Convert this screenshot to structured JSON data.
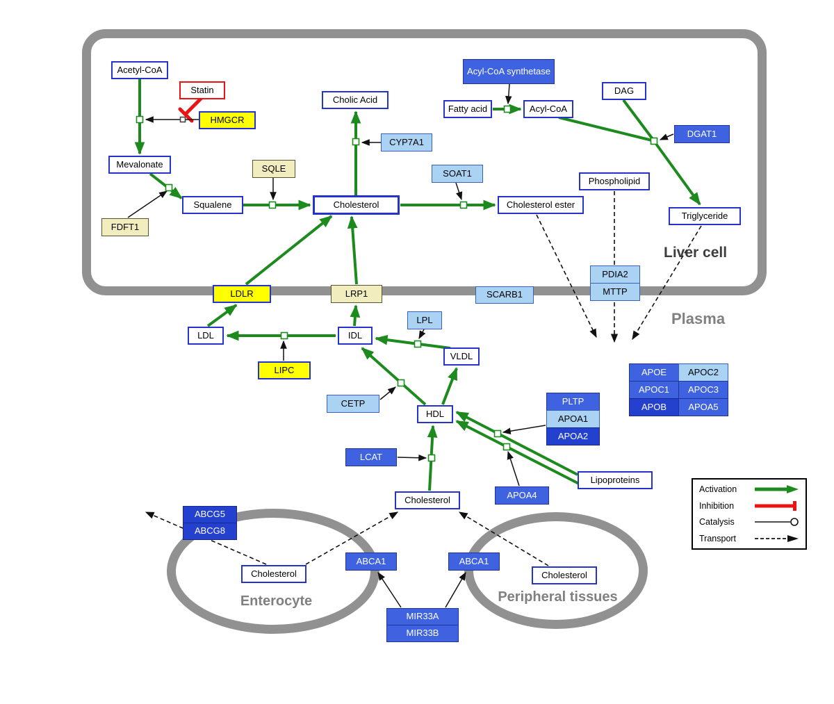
{
  "regions": {
    "liver_cell": "Liver cell",
    "plasma": "Plasma",
    "enterocyte": "Enterocyte",
    "peripheral_tissues": "Peripheral tissues"
  },
  "nodes": {
    "acetyl_coa": "Acetyl-CoA",
    "statin": "Statin",
    "hmgcr": "HMGCR",
    "mevalonate": "Mevalonate",
    "sqle": "SQLE",
    "fdft1": "FDFT1",
    "squalene": "Squalene",
    "cholesterol_liver": "Cholesterol",
    "cholic_acid": "Cholic Acid",
    "cyp7a1": "CYP7A1",
    "soat1": "SOAT1",
    "cholesterol_ester": "Cholesterol ester",
    "acyl_coa_synthetase": "Acyl-CoA synthetase",
    "fatty_acid": "Fatty acid",
    "acyl_coa": "Acyl-CoA",
    "dag": "DAG",
    "dgat1": "DGAT1",
    "phospholipid": "Phospholipid",
    "triglyceride": "Triglyceride",
    "ldlr": "LDLR",
    "lrp1": "LRP1",
    "scarb1": "SCARB1",
    "pdia2": "PDIA2",
    "mttp": "MTTP",
    "ldl": "LDL",
    "idl": "IDL",
    "lpl": "LPL",
    "vldl": "VLDL",
    "lipc": "LIPC",
    "cetp": "CETP",
    "hdl": "HDL",
    "pltp": "PLTP",
    "apoa1": "APOA1",
    "apoa2": "APOA2",
    "apoe": "APOE",
    "apoc2": "APOC2",
    "apoc1": "APOC1",
    "apoc3": "APOC3",
    "apob": "APOB",
    "apoa5": "APOA5",
    "lcat": "LCAT",
    "apoa4": "APOA4",
    "lipoproteins": "Lipoproteins",
    "cholesterol_plasma": "Cholesterol",
    "abcg5": "ABCG5",
    "abcg8": "ABCG8",
    "cholesterol_enterocyte": "Cholesterol",
    "abca1_enterocyte": "ABCA1",
    "abca1_peripheral": "ABCA1",
    "cholesterol_peripheral": "Cholesterol",
    "mir33a": "MIR33A",
    "mir33b": "MIR33B"
  },
  "legend": {
    "items": [
      {
        "label": "Activation",
        "symbol": "green-arrow"
      },
      {
        "label": "Inhibition",
        "symbol": "red-tbar"
      },
      {
        "label": "Catalysis",
        "symbol": "line-open-circle"
      },
      {
        "label": "Transport",
        "symbol": "dashed-arrow"
      }
    ]
  },
  "colors": {
    "activation": "#1d8a1d",
    "inhibition": "#ee1111",
    "catalysis": "#111111",
    "transport": "#111111",
    "metabolite_border": "#2433cb",
    "enzyme_yellow": "#ffff00",
    "enzyme_pale_yellow": "#f1edbe",
    "enzyme_light_blue": "#a9d2f3",
    "enzyme_blue": "#3f63e0",
    "enzyme_dark_blue": "#2340cf",
    "membrane": "#919191"
  }
}
